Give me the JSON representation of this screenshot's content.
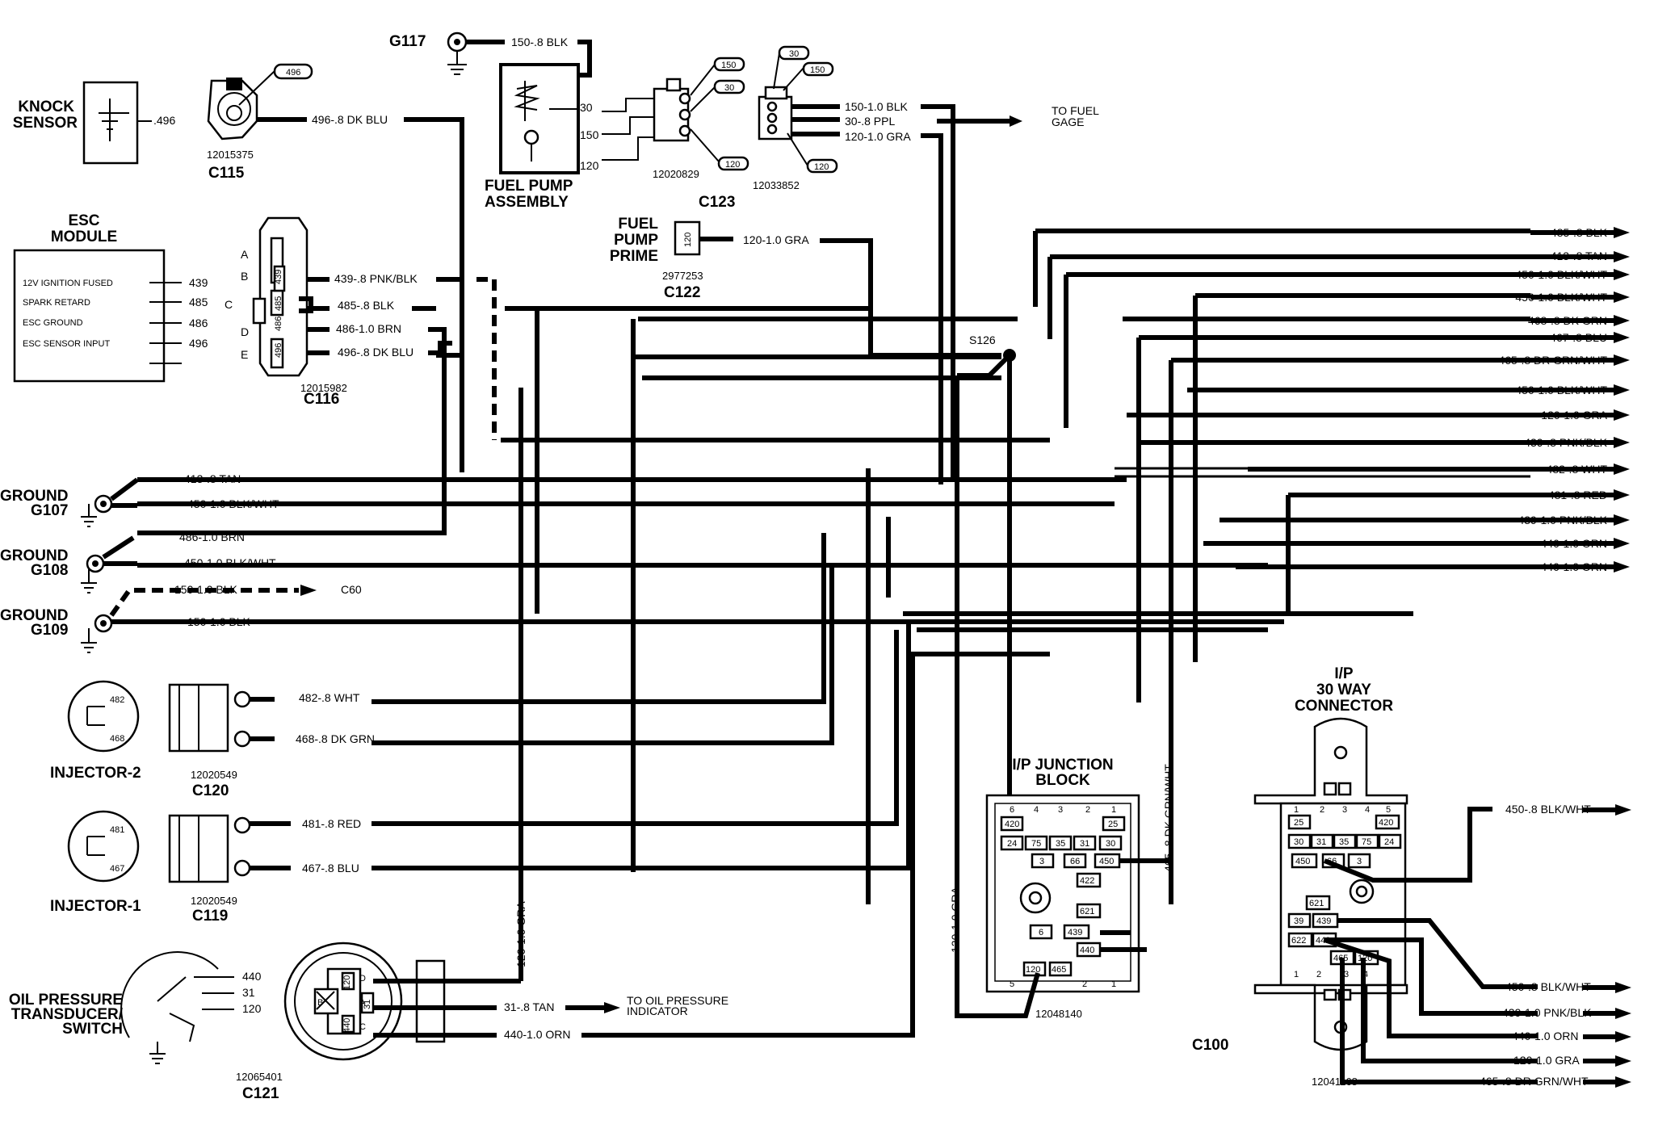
{
  "components": {
    "knock_sensor": {
      "title_1": "KNOCK",
      "title_2": "SENSOR",
      "pin": ".496"
    },
    "c115": {
      "name": "C115",
      "part": "12015375",
      "tag": "496",
      "wire": "496-.8 DK BLU"
    },
    "g117": {
      "name": "G117",
      "wire": "150-.8 BLK"
    },
    "fuel_pump": {
      "title_1": "FUEL PUMP",
      "title_2": "ASSEMBLY",
      "pin_30": "30",
      "pin_150": "150",
      "pin_120": "120"
    },
    "c123": {
      "name": "C123",
      "part_a": "12020829",
      "part_b": "12033852",
      "tag_150a": "150",
      "tag_30a": "30",
      "tag_120a": "120",
      "tag_30b": "30",
      "tag_150b": "150",
      "tag_120b": "120",
      "wire_150": "150-1.0 BLK",
      "wire_30": "30-.8 PPL",
      "wire_120": "120-1.0 GRA",
      "to_fuel_1": "TO FUEL",
      "to_fuel_2": "GAGE"
    },
    "esc": {
      "title_1": "ESC",
      "title_2": "MODULE",
      "rows": [
        {
          "label": "12V IGNITION FUSED",
          "pin": "439"
        },
        {
          "label": "SPARK RETARD",
          "pin": "485"
        },
        {
          "label": "ESC GROUND",
          "pin": "486"
        },
        {
          "label": "ESC SENSOR INPUT",
          "pin": "496"
        }
      ]
    },
    "c116": {
      "name": "C116",
      "part": "12015982",
      "letters": [
        "A",
        "B",
        "C",
        "D",
        "E"
      ],
      "pins": [
        "439",
        "485",
        "486",
        "496"
      ],
      "wires": [
        "439-.8 PNK/BLK",
        "485-.8 BLK",
        "486-1.0 BRN",
        "496-.8 DK BLU"
      ]
    },
    "c122": {
      "title_1": "FUEL",
      "title_2": "PUMP",
      "title_3": "PRIME",
      "name": "C122",
      "part": "2977253",
      "pin": "120",
      "wire": "120-1.0 GRA"
    },
    "s126": {
      "name": "S126"
    },
    "grounds": [
      {
        "title_1": "GROUND",
        "title_2": "G107",
        "wires": [
          "413-.8 TAN",
          "450-1.0 BLK/WHT"
        ]
      },
      {
        "title_1": "GROUND",
        "title_2": "G108",
        "wires": [
          "486-1.0 BRN",
          "450-1.0 BLK/WHT"
        ]
      },
      {
        "title_1": "GROUND",
        "title_2": "G109",
        "wires": [
          "150-1.0 BLK",
          "150-1.0 BLK"
        ],
        "to": "C60"
      }
    ],
    "injector_2": {
      "title": "INJECTOR-2",
      "name": "C120",
      "part": "12020549",
      "pin_a": "482",
      "pin_b": "468",
      "wire_a": "482-.8 WHT",
      "wire_b": "468-.8 DK GRN"
    },
    "injector_1": {
      "title": "INJECTOR-1",
      "name": "C119",
      "part": "12020549",
      "pin_a": "481",
      "pin_b": "467",
      "wire_a": "481-.8 RED",
      "wire_b": "467-.8 BLU"
    },
    "oil": {
      "title_1": "OIL PRESSURE",
      "title_2": "TRANSDUCER/",
      "title_3": "SWITCH",
      "pins": [
        "440",
        "31",
        "120"
      ],
      "name": "C121",
      "part": "12065401",
      "wire_31": "31-.8 TAN",
      "wire_440": "440-1.0 ORN",
      "wire_120v": "120-1.0 GRA",
      "to_oil_1": "TO OIL PRESSURE",
      "to_oil_2": "INDICATOR",
      "cav_b": "B",
      "cav_d": "D",
      "cav_a": "A",
      "cav_c": "C",
      "cav_120": "120",
      "cav_31": "31",
      "cav_440": "440"
    },
    "junction": {
      "title_1": "I/P JUNCTION",
      "title_2": "BLOCK",
      "part": "12048140",
      "vert_wire": "120-1.0 GRA",
      "vert_wire2": "465-.8 DK GRN/WHT",
      "top_nums": [
        "6",
        "4",
        "3",
        "2",
        "1"
      ],
      "cells": [
        "420",
        "25",
        "24",
        "75",
        "35",
        "31",
        "30",
        "3",
        "66",
        "450",
        "422",
        "621",
        "6",
        "439",
        "440",
        "120",
        "465"
      ],
      "bot_nums": [
        "5",
        "2",
        "1"
      ]
    },
    "c100": {
      "name": "C100"
    },
    "connector30": {
      "title_1": "I/P",
      "title_2": "30 WAY",
      "title_3": "CONNECTOR",
      "part": "12041168",
      "top_nums": [
        "1",
        "2",
        "3",
        "4",
        "5"
      ],
      "cells": [
        "25",
        "420",
        "30",
        "31",
        "35",
        "75",
        "24",
        "450",
        "66",
        "3",
        "621",
        "39",
        "439",
        "622",
        "440",
        "465",
        "120"
      ],
      "bot_nums": [
        "1",
        "2",
        "3",
        "4"
      ],
      "wires": [
        "450-.8 BLK/WHT",
        "450-.8 BLK/WHT",
        "439-1.0 PNK/BLK",
        "440-1.0 ORN",
        "120-1.0 GRA",
        "465-.8 DR GRN/WHT"
      ]
    }
  },
  "right_wires": [
    "485-.8 BLK",
    "413-.8 TAN",
    "450-1.0 BLK/WHT",
    "450-1.0 BLK/WHT",
    "468-.8 DK GRN",
    "467-.8 BLU",
    "465-.8 DR GRN/WHT",
    "450-1.0 BLK/WHT",
    "120-1.0 GRA",
    "439-.8 PNK/BLK",
    "482-.8 WHT",
    "481-.8 RED",
    "439-1.0 PNK/BLK",
    "440-1.0 ORN",
    "440-1.0 ORN"
  ]
}
